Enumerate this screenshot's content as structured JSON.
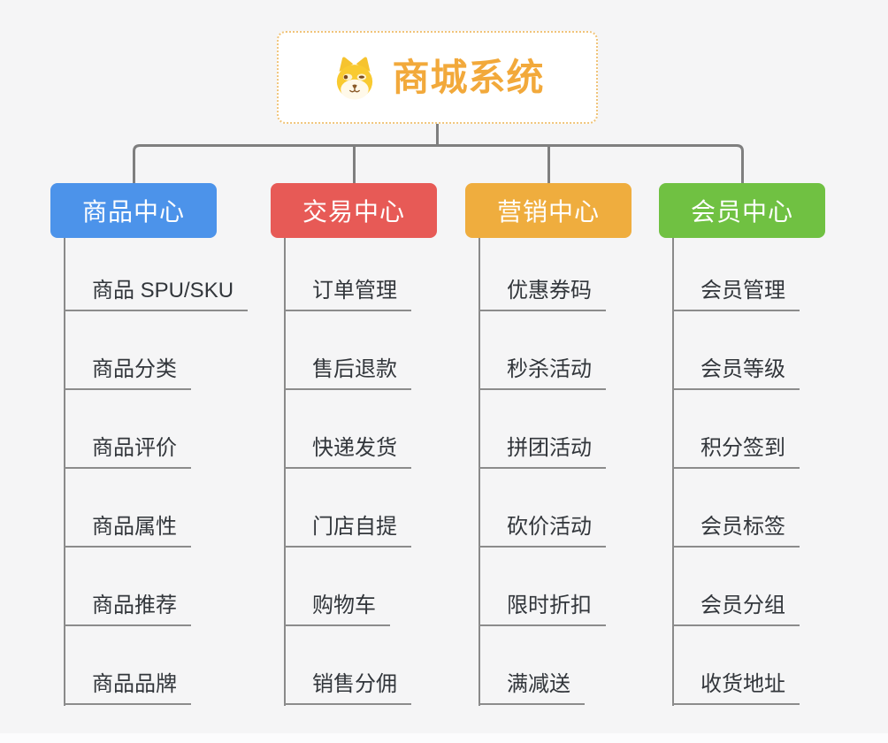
{
  "app": {
    "background_color": "#f5f5f6",
    "connector_color": "#7f7f7f"
  },
  "root": {
    "title": "商城系统",
    "icon": "shiba-dog-icon",
    "text_color": "#f2a93b",
    "border_color": "#f0c47a"
  },
  "branches": [
    {
      "id": "product-center",
      "label": "商品中心",
      "color": "#4c93ea",
      "items": [
        "商品 SPU/SKU",
        "商品分类",
        "商品评价",
        "商品属性",
        "商品推荐",
        "商品品牌"
      ]
    },
    {
      "id": "trade-center",
      "label": "交易中心",
      "color": "#e75a56",
      "items": [
        "订单管理",
        "售后退款",
        "快递发货",
        "门店自提",
        "购物车",
        "销售分佣"
      ]
    },
    {
      "id": "marketing-center",
      "label": "营销中心",
      "color": "#efad3e",
      "items": [
        "优惠券码",
        "秒杀活动",
        "拼团活动",
        "砍价活动",
        "限时折扣",
        "满减送"
      ]
    },
    {
      "id": "member-center",
      "label": "会员中心",
      "color": "#70c142",
      "items": [
        "会员管理",
        "会员等级",
        "积分签到",
        "会员标签",
        "会员分组",
        "收货地址"
      ]
    }
  ]
}
